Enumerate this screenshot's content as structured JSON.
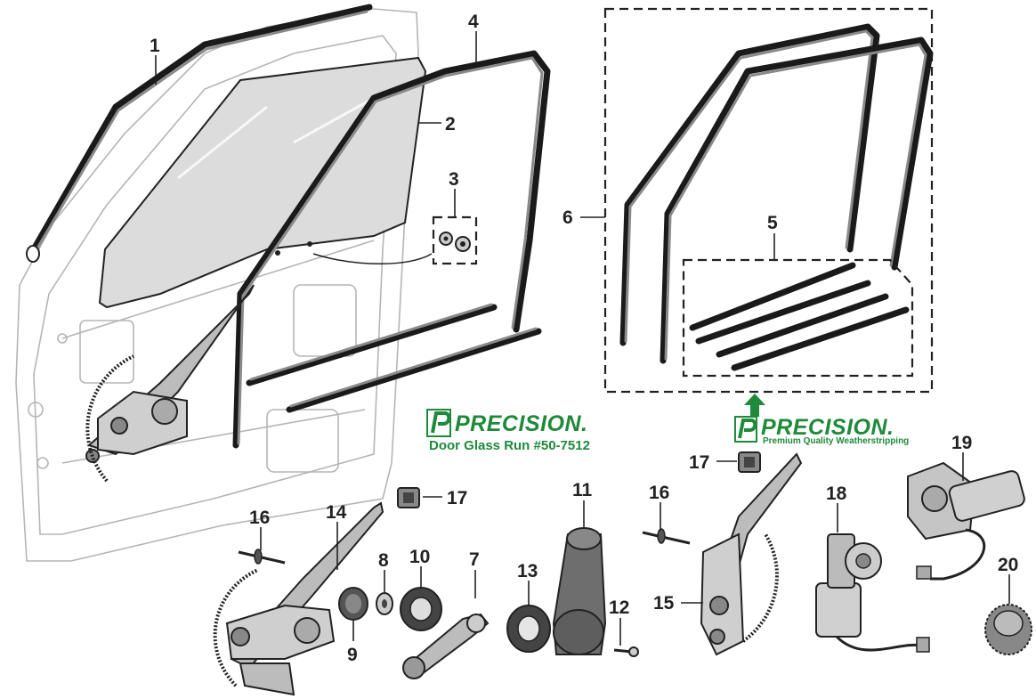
{
  "callouts": {
    "c1": "1",
    "c2": "2",
    "c3": "3",
    "c4": "4",
    "c5": "5",
    "c6": "6",
    "c7": "7",
    "c8": "8",
    "c9": "9",
    "c10": "10",
    "c11": "11",
    "c12": "12",
    "c13": "13",
    "c14": "14",
    "c15": "15",
    "c16a": "16",
    "c16b": "16",
    "c17a": "17",
    "c17b": "17",
    "c18": "18",
    "c19": "19",
    "c20": "20"
  },
  "brand_left": {
    "name": "PRECISION.",
    "subtitle": "Door Glass Run #50-7512"
  },
  "brand_right": {
    "name": "PRECISION.",
    "subtitle": "Premium Quality Weatherstripping"
  },
  "colors": {
    "brand_green": "#1e8a3a",
    "line": "#222222",
    "door_outline": "#b5b5b5",
    "glass": "#dcdcdc"
  },
  "icons": {
    "brand_mark": "precision-p-logo-icon",
    "arrow": "up-arrow-icon"
  }
}
